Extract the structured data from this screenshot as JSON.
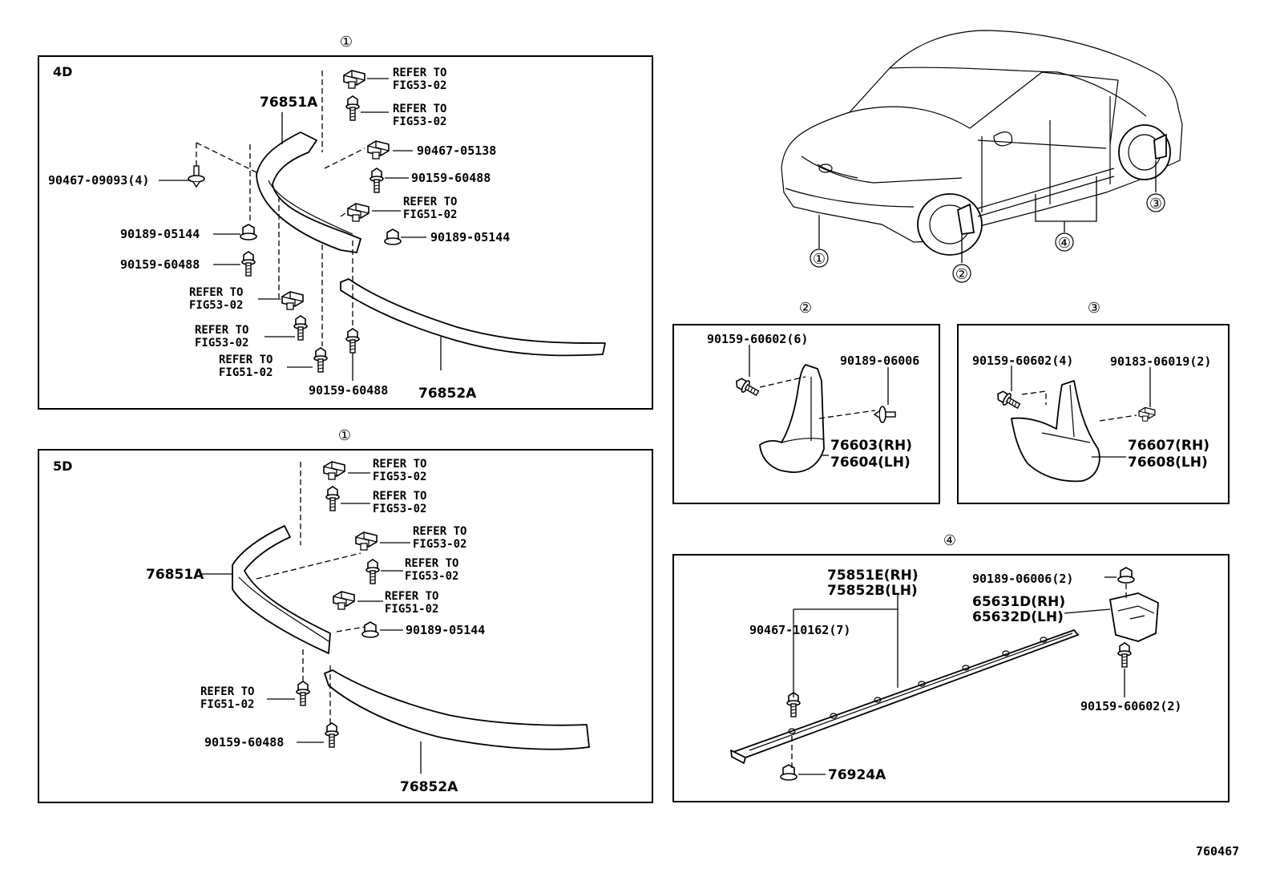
{
  "diagram_id": "760467",
  "sections": {
    "s1": "①",
    "s2": "②",
    "s3": "③",
    "s4": "④"
  },
  "car_callouts": [
    "①",
    "②",
    "③",
    "④"
  ],
  "panel_4d": {
    "label": "4D",
    "parts": {
      "p76851A": "76851A",
      "p90467_05138": "90467-05138",
      "p90159_60488_a": "90159-60488",
      "p90467_09093": "90467-09093(4)",
      "p90189_05144_a": "90189-05144",
      "p90189_05144_b": "90189-05144",
      "p90159_60488_b": "90159-60488",
      "p90159_60488_c": "90159-60488",
      "p76852A": "76852A"
    },
    "refs": {
      "r1a": "REFER TO",
      "r1b": "FIG53-02",
      "r2a": "REFER TO",
      "r2b": "FIG53-02",
      "r3a": "REFER TO",
      "r3b": "FIG51-02",
      "r4a": "REFER TO",
      "r4b": "FIG53-02",
      "r5a": "REFER TO",
      "r5b": "FIG53-02",
      "r6a": "REFER TO",
      "r6b": "FIG51-02"
    }
  },
  "panel_5d": {
    "label": "5D",
    "parts": {
      "p76851A": "76851A",
      "p90189_05144": "90189-05144",
      "p90159_60488": "90159-60488",
      "p76852A": "76852A"
    },
    "refs": {
      "r1a": "REFER TO",
      "r1b": "FIG53-02",
      "r2a": "REFER TO",
      "r2b": "FIG53-02",
      "r3a": "REFER TO",
      "r3b": "FIG53-02",
      "r4a": "REFER TO",
      "r4b": "FIG53-02",
      "r5a": "REFER TO",
      "r5b": "FIG51-02",
      "r6a": "REFER TO",
      "r6b": "FIG51-02"
    }
  },
  "panel_2": {
    "bolt": "90159-60602(6)",
    "clip": "90189-06006",
    "rh": "76603(RH)",
    "lh": "76604(LH)"
  },
  "panel_3": {
    "bolt": "90159-60602(4)",
    "clip": "90183-06019(2)",
    "rh": "76607(RH)",
    "lh": "76608(LH)"
  },
  "panel_4": {
    "rh": "75851E(RH)",
    "lh": "75852B(LH)",
    "clip": "90467-10162(7)",
    "nut": "90189-06006(2)",
    "bracket_rh": "65631D(RH)",
    "bracket_lh": "65632D(LH)",
    "bolt": "90159-60602(2)",
    "nut2": "76924A"
  }
}
